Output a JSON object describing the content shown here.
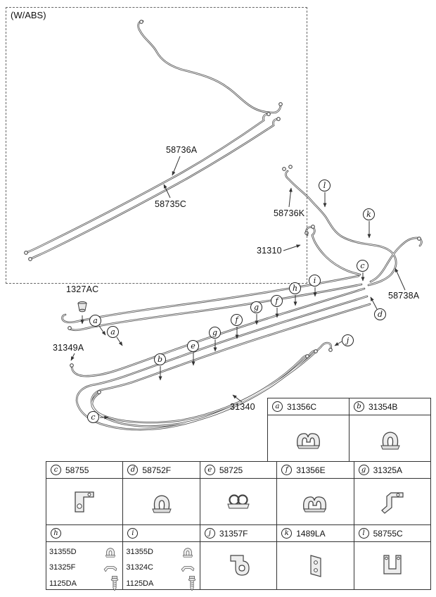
{
  "abs_section": {
    "label": "(W/ABS)",
    "parts": {
      "p1": "58736A",
      "p2": "58735C"
    }
  },
  "main_section": {
    "parts": {
      "p58736K": "58736K",
      "p31310": "31310",
      "p1327AC": "1327AC",
      "p31349A": "31349A",
      "p31340": "31340",
      "p58738A": "58738A"
    },
    "callouts": {
      "l": "l",
      "k": "k",
      "c_right": "c",
      "d": "d",
      "a1": "a",
      "a2": "a",
      "b": "b",
      "e": "e",
      "g1": "g",
      "f1": "f",
      "g2": "g",
      "f2": "f",
      "h": "h",
      "i": "i",
      "j": "j",
      "c_left": "c"
    }
  },
  "parts_table": {
    "row1": [
      {
        "letter": "a",
        "part": "31356C"
      },
      {
        "letter": "b",
        "part": "31354B"
      }
    ],
    "row2": [
      {
        "letter": "c",
        "part": "58755"
      },
      {
        "letter": "d",
        "part": "58752F"
      },
      {
        "letter": "e",
        "part": "58725"
      },
      {
        "letter": "f",
        "part": "31356E"
      },
      {
        "letter": "g",
        "part": "31325A"
      }
    ],
    "row3_h": {
      "letter": "h",
      "parts": [
        "31355D",
        "31325F",
        "1125DA"
      ]
    },
    "row3_i": {
      "letter": "i",
      "parts": [
        "31355D",
        "31324C",
        "1125DA"
      ]
    },
    "row3_rest": [
      {
        "letter": "j",
        "part": "31357F"
      },
      {
        "letter": "k",
        "part": "1489LA"
      },
      {
        "letter": "l",
        "part": "58755C"
      }
    ]
  }
}
